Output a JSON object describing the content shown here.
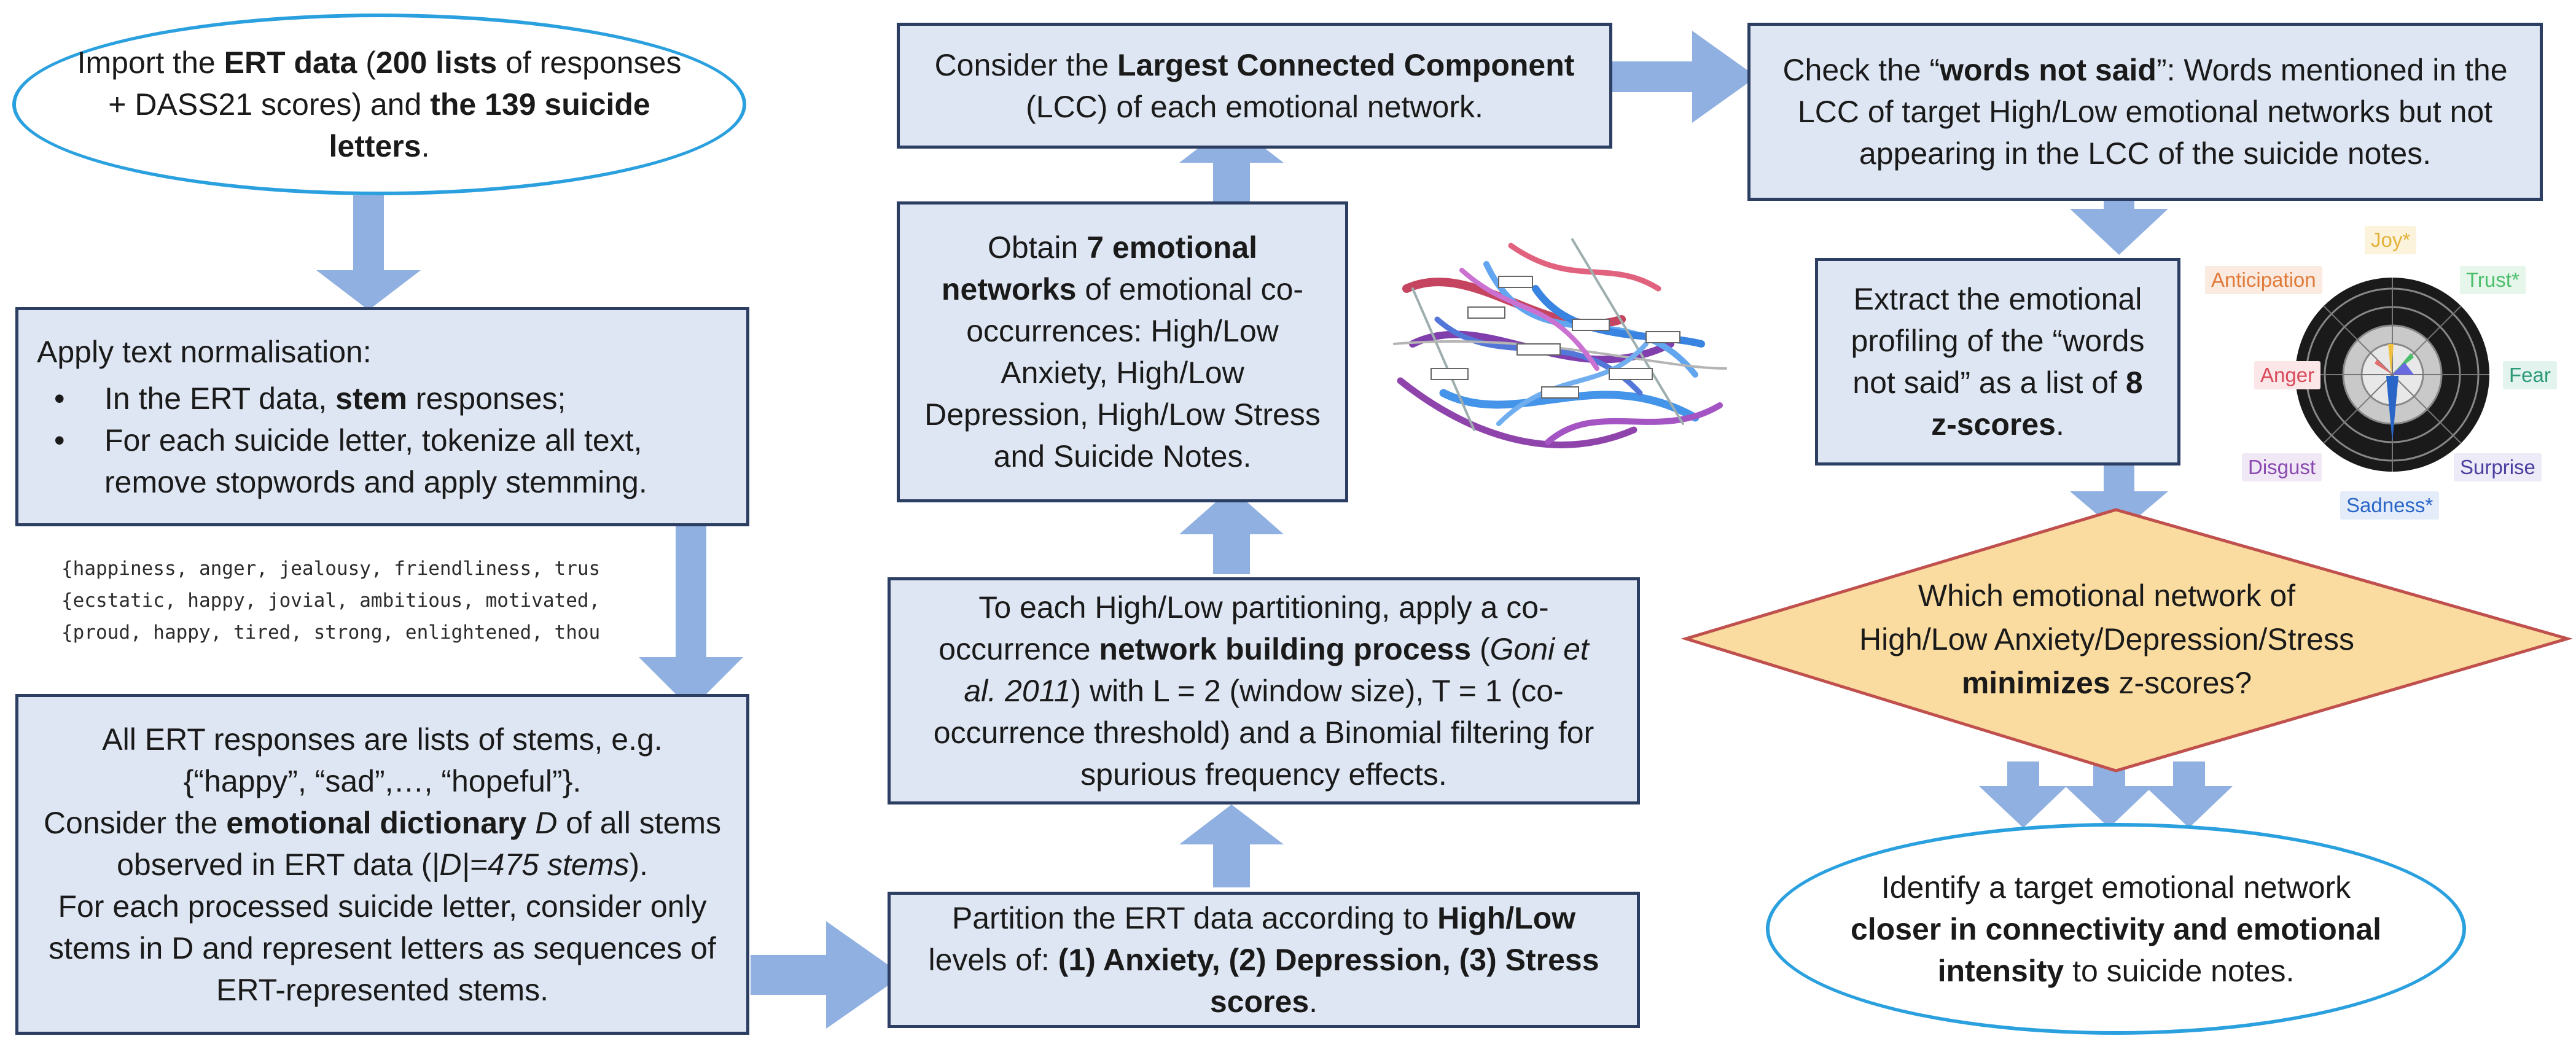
{
  "import_box": {
    "t1": "Import the ",
    "b1": "ERT data",
    "t2": " (",
    "b2": "200 lists",
    "t3": " of responses + DASS21 scores) and ",
    "b3": "the 139 suicide letters",
    "t4": "."
  },
  "normalise_box": {
    "title": "Apply text normalisation:",
    "bullets": [
      {
        "t1": "In the ERT data, ",
        "b1": "stem",
        "t2": " responses;"
      },
      {
        "t1": "For each suicide letter, tokenize all text, remove stopwords and apply stemming."
      }
    ]
  },
  "code_sample": {
    "lines": [
      "{happiness, anger, jealousy, friendliness, trus",
      "{ecstatic, happy, jovial, ambitious, motivated,",
      "{proud, happy, tired, strong, enlightened, thou"
    ]
  },
  "stems_box": {
    "l1": "All ERT responses are lists of stems, e.g.",
    "l2": "{“happy”, “sad”,…, “hopeful”}.",
    "l3a": "Consider the ",
    "l3b": "emotional dictionary ",
    "l3c": "D",
    "l3d": " of all stems observed in ERT data (",
    "l3e": "|D|=475 stems",
    "l3f": ").",
    "l4": "For each processed suicide letter, consider only stems in D and represent letters as sequences of ERT-represented stems."
  },
  "partition_box": {
    "t1": "Partition the ERT data according to ",
    "b1": "High/Low",
    "t2": " levels of: ",
    "b2": "(1) Anxiety, (2) Depression, (3) Stress scores",
    "t3": "."
  },
  "network_box": {
    "t1": "To each High/Low partitioning, apply a co-occurrence ",
    "b1": "network building process",
    "t2": " (",
    "i1": "Goni et al. 2011",
    "t3": ") with L = 2 (window size), T = 1 (co-occurrence threshold) and a Binomial filtering for spurious frequency effects."
  },
  "obtain_box": {
    "t1": "Obtain ",
    "b1": "7 emotional networks",
    "t2": " of emotional co-occurrences: High/Low Anxiety, High/Low Depression, High/Low Stress and Suicide Notes."
  },
  "lcc_box": {
    "t1": "Consider the ",
    "b1": "Largest Connected Component",
    "t2": " (LCC) of each emotional network."
  },
  "check_box": {
    "t1": "Check the “",
    "b1": "words not said",
    "t2": "”: Words mentioned in the LCC of target High/Low emotional networks but not appearing in the LCC of the suicide notes."
  },
  "extract_box": {
    "t1": "Extract the emotional profiling of the “words not said” as a list of ",
    "b1": "8 z-scores",
    "t2": "."
  },
  "decision": {
    "l1": "Which emotional network of",
    "l2": "High/Low Anxiety/Depression/Stress",
    "l3b": "minimizes",
    "l3t": " z-scores?"
  },
  "identify_ellipse": {
    "t1": "Identify a target emotional network ",
    "b1": "closer in connectivity and emotional intensity",
    "t2": " to suicide notes."
  },
  "emotion_labels": {
    "joy": "Joy*",
    "trust": "Trust*",
    "fear": "Fear",
    "surprise": "Surprise",
    "sadness": "Sadness*",
    "disgust": "Disgust",
    "anger": "Anger",
    "anticipation": "Anticipation"
  },
  "colors": {
    "box_fill": "#dde6f2",
    "box_border": "#2c3f63",
    "arrow": "#8fb0e0",
    "ellipse_border": "#2ba0df",
    "diamond_fill": "#fbdca0",
    "diamond_border": "#c0504d"
  }
}
